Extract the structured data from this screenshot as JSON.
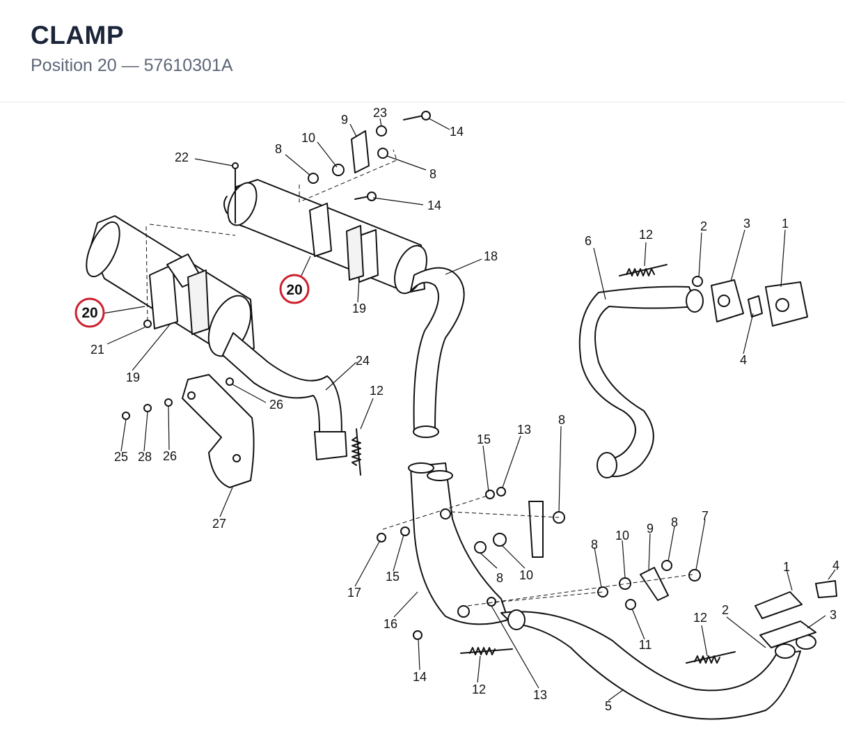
{
  "header": {
    "title": "CLAMP",
    "subtitle": "Position 20 — 57610301A"
  },
  "highlight": {
    "ref": "20",
    "color": "#cc1f2d"
  },
  "callouts": {
    "c1": "9",
    "c2": "23",
    "c3": "14",
    "c4": "8",
    "c5": "10",
    "c6": "8",
    "c7": "22",
    "c8": "14",
    "c9": "18",
    "c10": "19",
    "c11": "6",
    "c12": "12",
    "c13": "2",
    "c14": "3",
    "c15": "1",
    "c16": "4",
    "c17": "21",
    "c18": "19",
    "c19": "24",
    "c20": "26",
    "c21": "12",
    "c22": "25",
    "c23": "28",
    "c24": "26",
    "c25": "27",
    "c26": "15",
    "c27": "13",
    "c28": "8",
    "c29": "15",
    "c30": "8",
    "c31": "10",
    "c32": "17",
    "c33": "16",
    "c34": "14",
    "c35": "12",
    "c36": "13",
    "c37": "8",
    "c38": "10",
    "c39": "9",
    "c40": "8",
    "c41": "7",
    "c42": "11",
    "c43": "1",
    "c44": "4",
    "c45": "12",
    "c46": "2",
    "c47": "3",
    "c48": "5"
  },
  "icons": {
    "parts": "exhaust-system-exploded-drawing",
    "marker": "highlight-circle"
  }
}
